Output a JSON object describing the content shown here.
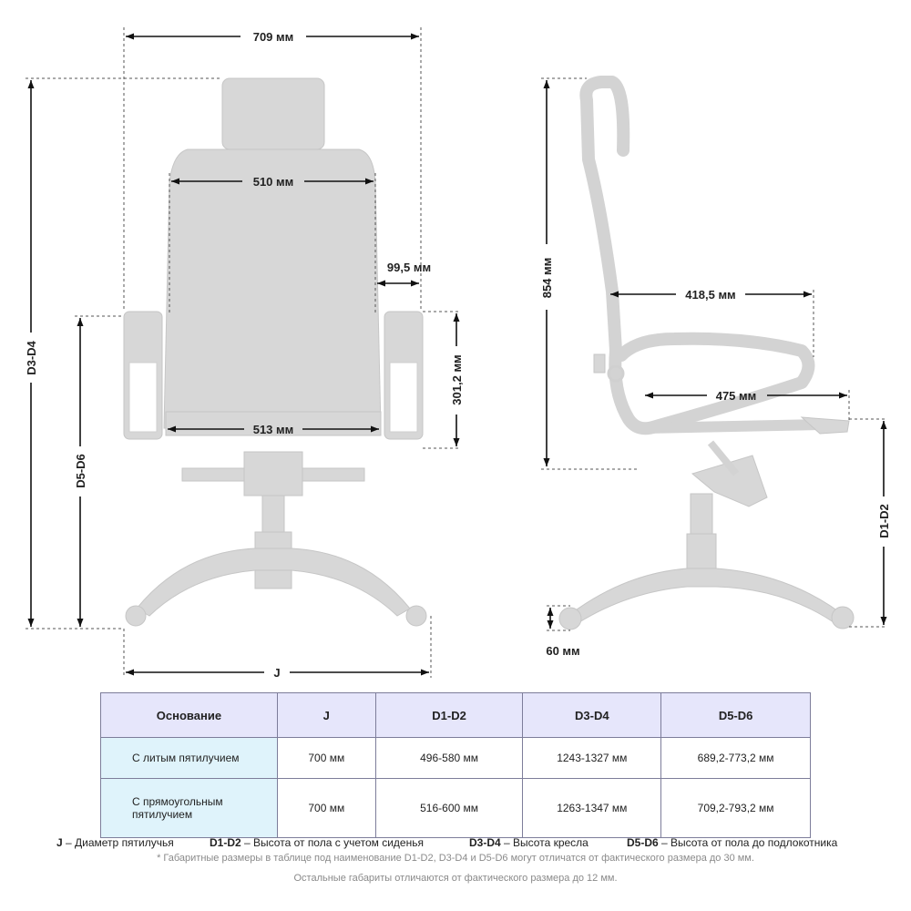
{
  "dimensions": {
    "front_width": "709 мм",
    "back_width": "510 мм",
    "armrest_width": "99,5 мм",
    "seat_width": "513 мм",
    "armrest_height": "301,2 мм",
    "total_height_label": "D3-D4",
    "armrest_floor_label": "D5-D6",
    "base_label": "J",
    "side_height": "854 мм",
    "seat_depth_upper": "418,5 мм",
    "seat_depth": "475 мм",
    "seat_floor_label": "D1-D2",
    "wheel_size": "60 мм"
  },
  "table": {
    "headers": [
      "Основание",
      "J",
      "D1-D2",
      "D3-D4",
      "D5-D6"
    ],
    "rows": [
      [
        "С литым пятилучием",
        "700 мм",
        "496-580 мм",
        "1243-1327 мм",
        "689,2-773,2 мм"
      ],
      [
        "С прямоугольным пятилучием",
        "700 мм",
        "516-600 мм",
        "1263-1347 мм",
        "709,2-793,2 мм"
      ]
    ]
  },
  "legend": {
    "j_key": "J",
    "j_text": " – Диаметр пятилучья",
    "d12_key": "D1-D2",
    "d12_text": " – Высота от пола с учетом сиденья",
    "d34_key": "D3-D4",
    "d34_text": " – Высота кресла",
    "d56_key": "D5-D6",
    "d56_text": " – Высота от пола до подлокотника"
  },
  "notes": {
    "note1": "* Габаритные размеры в таблице под наименование D1-D2, D3-D4 и D5-D6 могут отличатся от фактического размера до 30 мм.",
    "note2": "Остальные габариты отличаются от фактического размера до 12 мм."
  }
}
